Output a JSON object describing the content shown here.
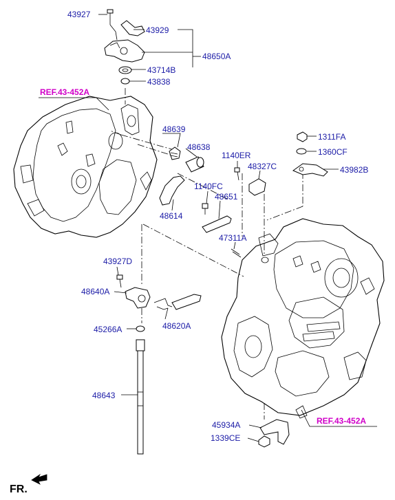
{
  "labels": {
    "l43927": "43927",
    "l43929": "43929",
    "l48650A": "48650A",
    "l43714B": "43714B",
    "l43838": "43838",
    "ref_top": "REF.43-452A",
    "l48639": "48639",
    "l48638": "48638",
    "l1140ER": "1140ER",
    "l48327C": "48327C",
    "l1311FA": "1311FA",
    "l1360CF": "1360CF",
    "l43982B": "43982B",
    "l1140FC": "1140FC",
    "l48651": "48651",
    "l48614": "48614",
    "l47311A": "47311A",
    "l43927D": "43927D",
    "l48640A": "48640A",
    "l45266A": "45266A",
    "l48620A": "48620A",
    "l48643": "48643",
    "l45934A": "45934A",
    "l1339CE": "1339CE",
    "ref_bottom": "REF.43-452A",
    "fr": "FR."
  },
  "colors": {
    "part_number": "#1a1aa6",
    "reference": "#d000c8",
    "line": "#000000"
  }
}
